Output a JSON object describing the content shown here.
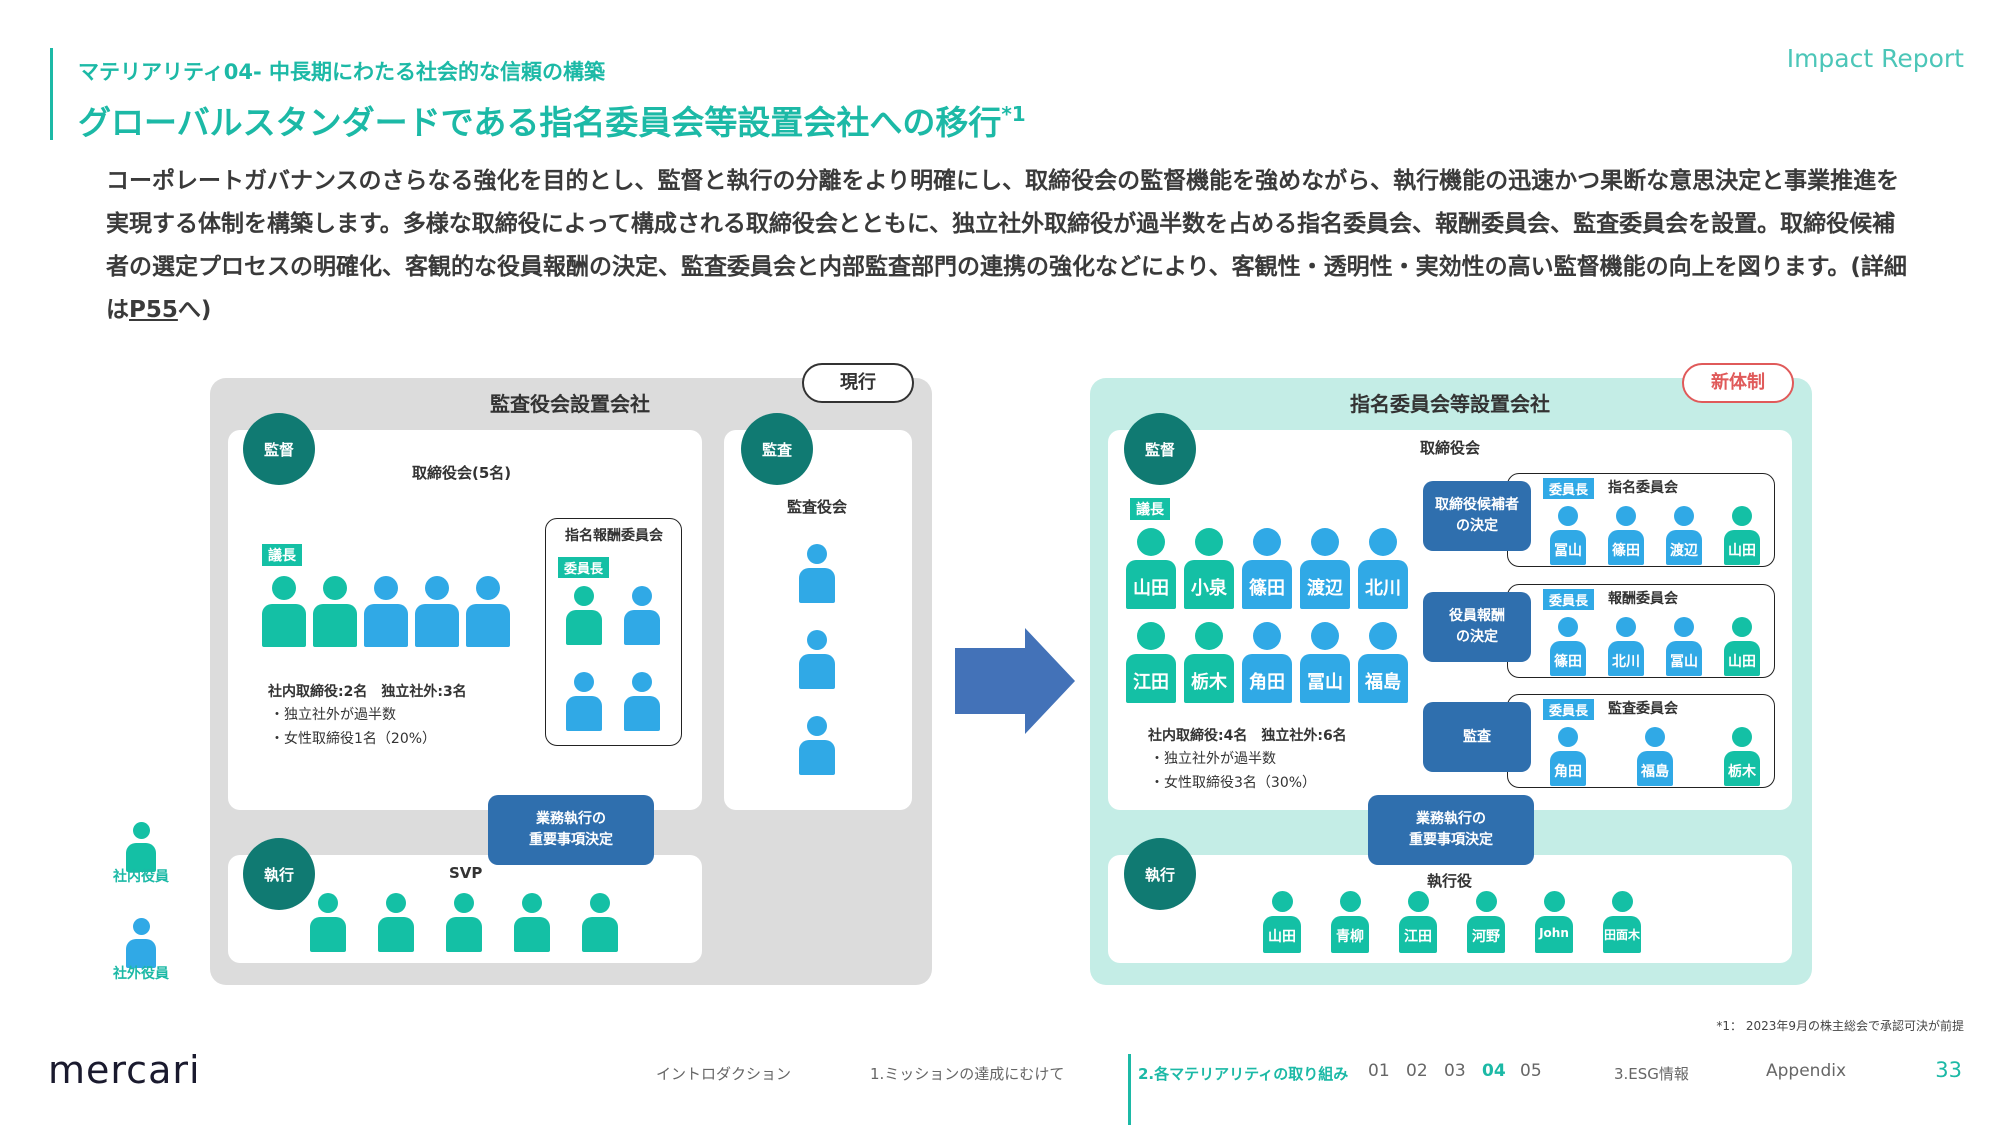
{
  "header": {
    "subtitle": "マテリアリティ04- 中長期にわたる社会的な信頼の構築",
    "title": "グローバルスタンダードである指名委員会等設置会社への移行",
    "title_note": "*1",
    "brand": "Impact Report"
  },
  "body": {
    "text_main": "コーポレートガバナンスのさらなる強化を目的とし、監督と執行の分離をより明確にし、取締役会の監督機能を強めながら、執行機能の迅速かつ果断な意思決定と事業推進を実現する体制を構築します。多様な取締役によって構成される取締役会とともに、独立社外取締役が過半数を占める指名委員会、報酬委員会、監査委員会を設置。取締役候補者の選定プロセスの明確化、客観的な役員報酬の決定、監査委員会と内部監査部門の連携の強化などにより、客観性・透明性・実効性の高い監督機能の向上を図ります。(詳細は",
    "link": "P55",
    "text_end": "へ)"
  },
  "current": {
    "tag": "現行",
    "title": "監査役会設置会社",
    "supervise": "監督",
    "board_label": "取締役会(5名)",
    "chair": "議長",
    "nomination_committee": "指名報酬委員会",
    "committee_chair": "委員長",
    "stats": "社内取締役:2名　独立社外:3名",
    "bullet1": "・独立社外が過半数",
    "bullet2": "・女性取締役1名（20%）",
    "audit_circle": "監査",
    "audit_board": "監査役会",
    "execution_decision": [
      "業務執行の",
      "重要事項決定"
    ],
    "execute": "執行",
    "svp": "SVP"
  },
  "new": {
    "tag": "新体制",
    "title": "指名委員会等設置会社",
    "supervise": "監督",
    "board_label": "取締役会",
    "chair": "議長",
    "directors_row1": [
      "山田",
      "小泉",
      "篠田",
      "渡辺",
      "北川"
    ],
    "directors_row2": [
      "江田",
      "栃木",
      "角田",
      "冨山",
      "福島"
    ],
    "stats": "社内取締役:4名　独立社外:6名",
    "bullet1": "・独立社外が過半数",
    "bullet2": "・女性取締役3名（30%）",
    "committees": [
      {
        "decision": [
          "取締役候補者",
          "の決定"
        ],
        "chair": "委員長",
        "name": "指名委員会",
        "members": [
          "冨山",
          "篠田",
          "渡辺",
          "山田"
        ]
      },
      {
        "decision": [
          "役員報酬",
          "の決定"
        ],
        "chair": "委員長",
        "name": "報酬委員会",
        "members": [
          "篠田",
          "北川",
          "冨山",
          "山田"
        ]
      },
      {
        "decision": [
          "監査"
        ],
        "chair": "委員長",
        "name": "監査委員会",
        "members": [
          "角田",
          "福島",
          "栃木"
        ]
      }
    ],
    "execution_decision": [
      "業務執行の",
      "重要事項決定"
    ],
    "execute": "執行",
    "officers_label": "執行役",
    "officers": [
      "山田",
      "青柳",
      "江田",
      "河野",
      "John",
      "田面木"
    ]
  },
  "legend": {
    "inside": "社内役員",
    "outside": "社外役員"
  },
  "footnote": "*1： 2023年9月の株主総会で承認可決が前提",
  "footer": {
    "logo": "mercari",
    "nav_intro": "イントロダクション",
    "nav_mission": "1.ミッションの達成にむけて",
    "nav_materiality": "2.各マテリアリティの取り組み",
    "nav_nums": [
      "01",
      "02",
      "03",
      "04",
      "05"
    ],
    "nav_esg": "3.ESG情報",
    "nav_appendix": "Appendix",
    "page": "33"
  },
  "colors": {
    "accent": "#1cb9a6",
    "inside": "#14c0a5",
    "outside": "#30a9e6",
    "decision": "#2f6fae",
    "new_tag": "#e05a5a"
  }
}
